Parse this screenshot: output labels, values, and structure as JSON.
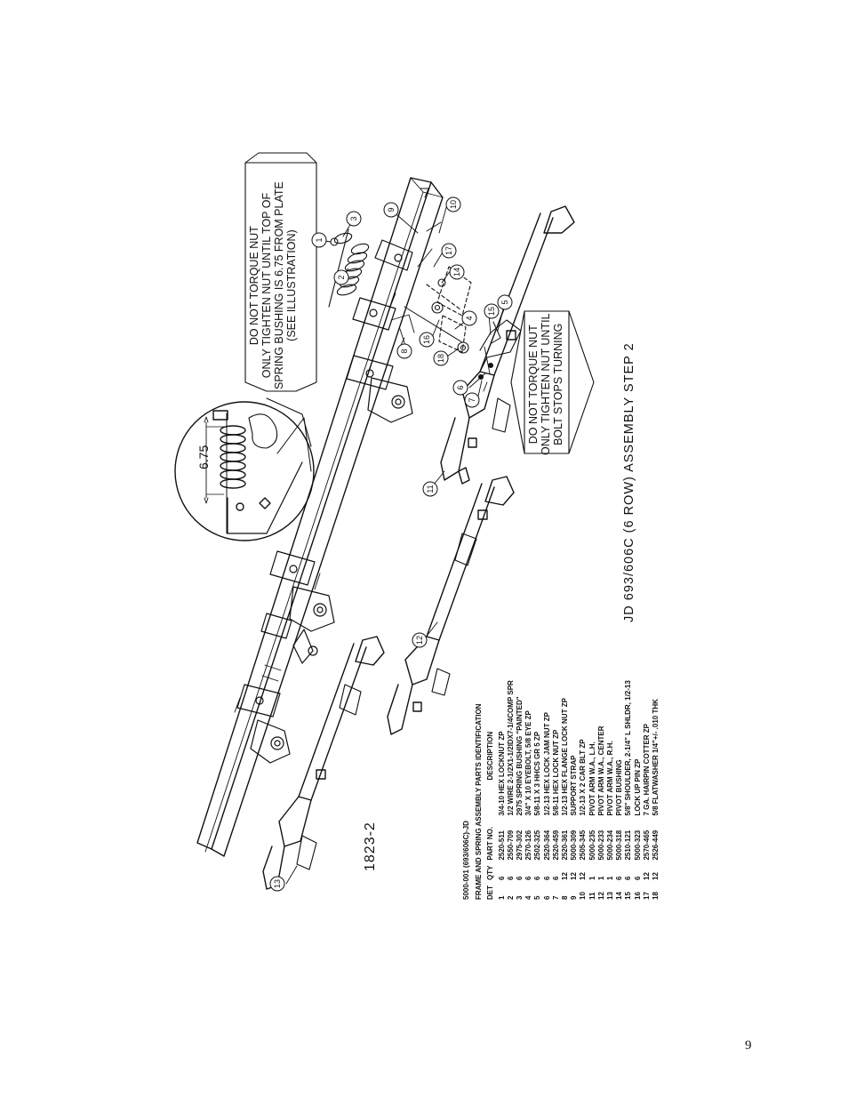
{
  "page_number": "9",
  "assembly_title": "JD 693/606C (6 ROW) ASSEMBLY STEP 2",
  "figure_id": "1823-2",
  "dimension_label": "6.75",
  "notes": {
    "upper": [
      "DO NOT TORQUE NUT",
      "ONLY TIGHTEN NUT UNTIL TOP OF",
      "SPRING BUSHING IS 6.75 FROM PLATE",
      "(SEE ILLUSTRATION)"
    ],
    "lower": [
      "DO NOT TORQUE NUT",
      "ONLY TIGHTEN NUT UNTIL",
      "BOLT STOPS TURNING"
    ]
  },
  "parts_list": {
    "assembly_number": "5000-001 (693/606C)-JD",
    "title": "FRAME AND SPRING ASSEMBLY PARTS IDENTIFICATION",
    "headers": {
      "det": "DET",
      "qty": "QTY",
      "part_no": "PART NO.",
      "description": "DESCRIPTION"
    },
    "rows": [
      {
        "det": "1",
        "qty": "6",
        "part_no": "2520-511",
        "description": "3/4-10 HEX LOCKNUT ZP"
      },
      {
        "det": "2",
        "qty": "6",
        "part_no": "2550-709",
        "description": "1/2 WIRE 2-1/2X1-1/2IDX7-1/4COMP SPR"
      },
      {
        "det": "3",
        "qty": "6",
        "part_no": "2975-302",
        "description": "2975 SPRING BUSHING \"PAINTED\""
      },
      {
        "det": "4",
        "qty": "6",
        "part_no": "2570-126",
        "description": "3/4\" X 10 EYEBOLT, 5/8 EYE ZP"
      },
      {
        "det": "5",
        "qty": "6",
        "part_no": "2502-325",
        "description": "5/8-11 X 3 HHCS GR 5 ZP"
      },
      {
        "det": "6",
        "qty": "6",
        "part_no": "2520-364",
        "description": "1/2-13 HEX LOCK JAM NUT ZP"
      },
      {
        "det": "7",
        "qty": "6",
        "part_no": "2520-459",
        "description": "5/8-11 HEX LOCK NUT ZP"
      },
      {
        "det": "8",
        "qty": "12",
        "part_no": "2520-361",
        "description": "1/2-13 HEX FLANGE LOCK NUT ZP"
      },
      {
        "det": "9",
        "qty": "12",
        "part_no": "5000-309",
        "description": "SUPPORT STRAP"
      },
      {
        "det": "10",
        "qty": "12",
        "part_no": "2505-345",
        "description": "1/2-13 X 2 CAR BLT ZP"
      },
      {
        "det": "11",
        "qty": "1",
        "part_no": "5000-235",
        "description": "PIVOT ARM W.A., L.H."
      },
      {
        "det": "12",
        "qty": "1",
        "part_no": "5000-233",
        "description": "PIVOT ARM W.A., CENTER"
      },
      {
        "det": "13",
        "qty": "1",
        "part_no": "5000-234",
        "description": "PIVOT ARM W.A., R.H."
      },
      {
        "det": "14",
        "qty": "6",
        "part_no": "5000-318",
        "description": "PIVOT BUSHING"
      },
      {
        "det": "15",
        "qty": "6",
        "part_no": "2510-121",
        "description": "5/8\" SHOULDER, 2-1/4\" L SHLDR, 1/2-13"
      },
      {
        "det": "16",
        "qty": "6",
        "part_no": "5000-323",
        "description": "LOCK UP PIN ZP"
      },
      {
        "det": "17",
        "qty": "12",
        "part_no": "2570-465",
        "description": "7 GA. HAIRPIN COTTER ZP"
      },
      {
        "det": "18",
        "qty": "12",
        "part_no": "2526-449",
        "description": "5/8 FLATWASHER 1/4\"+/- .010 THK"
      }
    ]
  },
  "callouts": [
    {
      "num": "1"
    },
    {
      "num": "2"
    },
    {
      "num": "3"
    },
    {
      "num": "4"
    },
    {
      "num": "5"
    },
    {
      "num": "6"
    },
    {
      "num": "7"
    },
    {
      "num": "8"
    },
    {
      "num": "9"
    },
    {
      "num": "10"
    },
    {
      "num": "11"
    },
    {
      "num": "12"
    },
    {
      "num": "13"
    },
    {
      "num": "14"
    },
    {
      "num": "15"
    },
    {
      "num": "16"
    },
    {
      "num": "17"
    },
    {
      "num": "18"
    }
  ]
}
